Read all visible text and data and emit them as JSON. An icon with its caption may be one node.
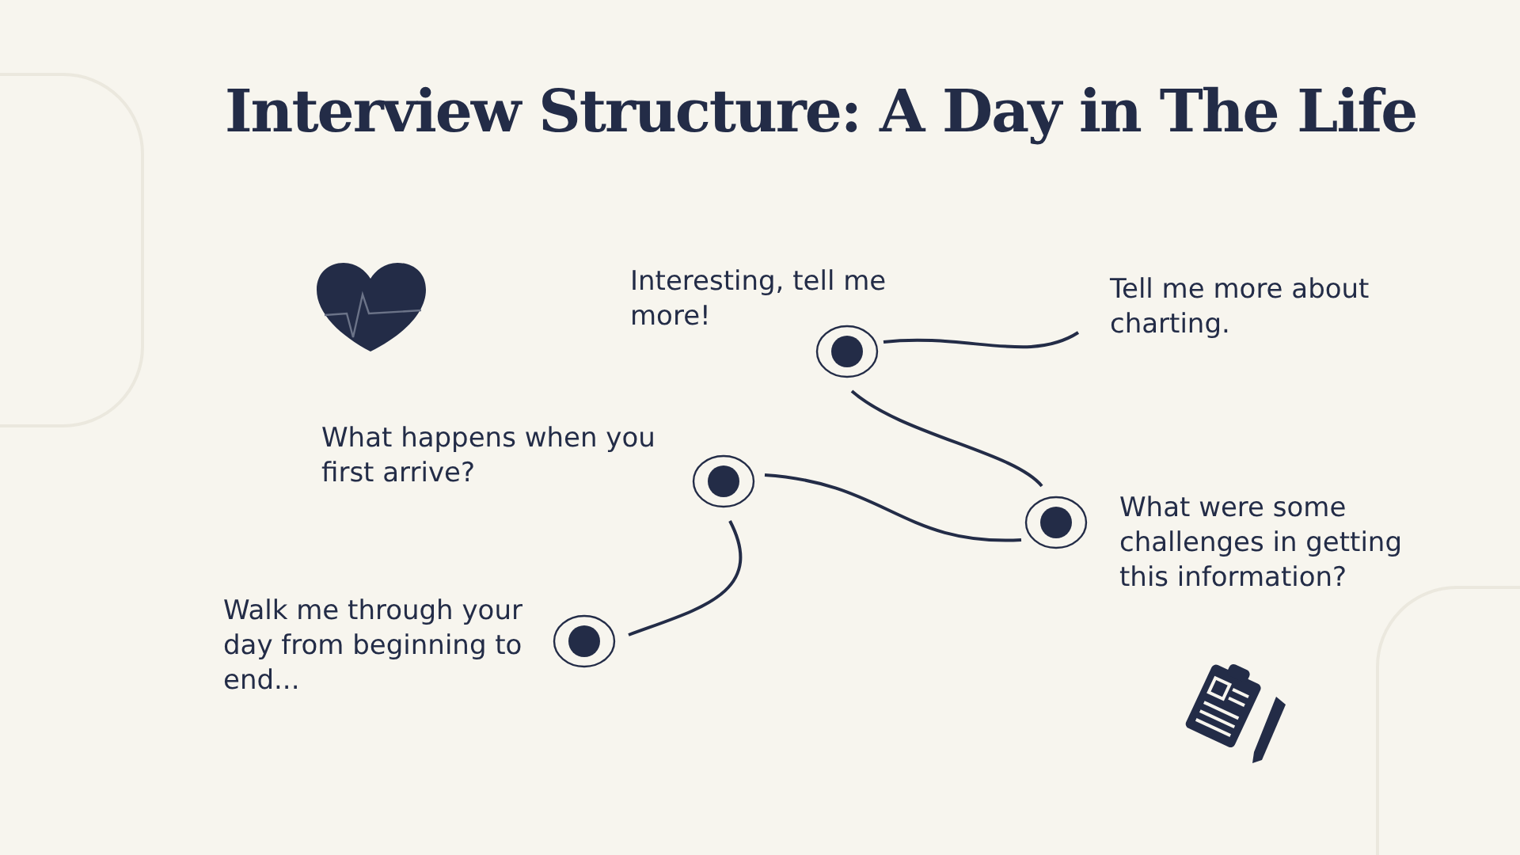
{
  "diagram": {
    "title": "Interview Structure: A Day in The Life",
    "nodes": [
      {
        "text": [],
        "shape": "circle",
        "beside": [
          "Walk me through your day from beginning to end..."
        ]
      },
      {
        "text": [],
        "shape": "circle",
        "beside": [
          "What happens when you first arrive?"
        ]
      },
      {
        "text": [],
        "shape": "circle",
        "beside": [
          "What were some challenges in getting this information?"
        ]
      },
      {
        "text": [],
        "shape": "circle",
        "beside": [
          "Interesting, tell me more!"
        ]
      },
      {
        "text": [
          "Tell me more about charting."
        ]
      }
    ],
    "edges": [
      {
        "from": 0,
        "to": 1,
        "arrow": "none"
      },
      {
        "from": 1,
        "to": 2,
        "arrow": "none"
      },
      {
        "from": 2,
        "to": 3,
        "arrow": "none"
      },
      {
        "from": 3,
        "to": 4,
        "arrow": "none"
      }
    ]
  }
}
